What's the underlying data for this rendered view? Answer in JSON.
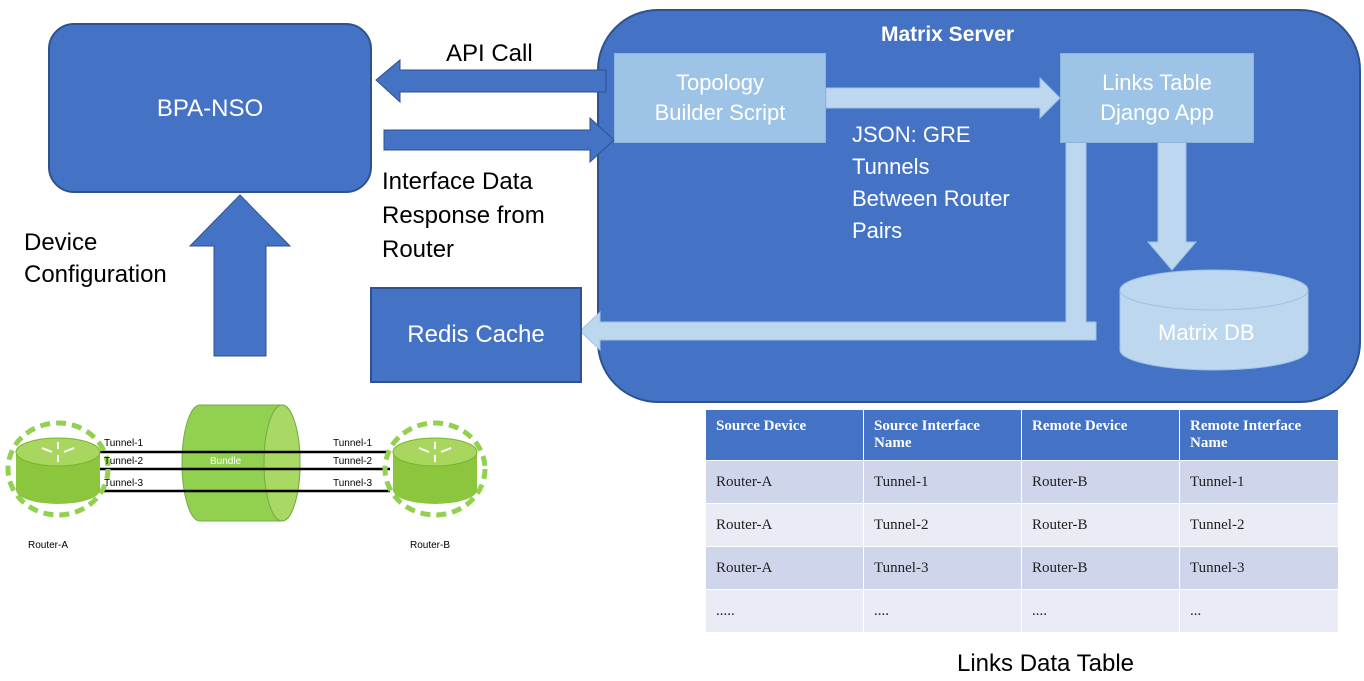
{
  "diagram": {
    "bpa_nso": "BPA-NSO",
    "api_call": "API Call",
    "interface_data_response": [
      "Interface Data",
      "Response from",
      "Router"
    ],
    "device_configuration": [
      "Device",
      "Configuration"
    ],
    "redis_cache": "Redis Cache",
    "matrix_server": "Matrix Server",
    "topology_builder": [
      "Topology",
      "Builder Script"
    ],
    "links_table_app": [
      "Links Table",
      "Django App"
    ],
    "json_gre": [
      "JSON: GRE",
      "Tunnels",
      "Between Router",
      "Pairs"
    ],
    "matrix_db": "Matrix DB",
    "bundle": "Bundle",
    "router_a": "Router-A",
    "router_b": "Router-B",
    "tunnels_left": [
      "Tunnel-1",
      "Tunnel-2",
      "Tunnel-3"
    ],
    "tunnels_right": [
      "Tunnel-1",
      "Tunnel-2",
      "Tunnel-3"
    ]
  },
  "table": {
    "caption": "Links Data Table",
    "headers": [
      "Source Device",
      "Source Interface Name",
      "Remote Device",
      "Remote Interface Name"
    ],
    "rows": [
      [
        "Router-A",
        "Tunnel-1",
        "Router-B",
        "Tunnel-1"
      ],
      [
        "Router-A",
        "Tunnel-2",
        "Router-B",
        "Tunnel-2"
      ],
      [
        "Router-A",
        "Tunnel-3",
        "Router-B",
        "Tunnel-3"
      ],
      [
        ".....",
        "....",
        "....",
        "..."
      ]
    ]
  },
  "colors": {
    "navy": "#4472c4",
    "light_blue": "#9dc3e6",
    "pale_blue": "#bdd7ee",
    "green": "#92d050",
    "table_header": "#4472c4"
  }
}
